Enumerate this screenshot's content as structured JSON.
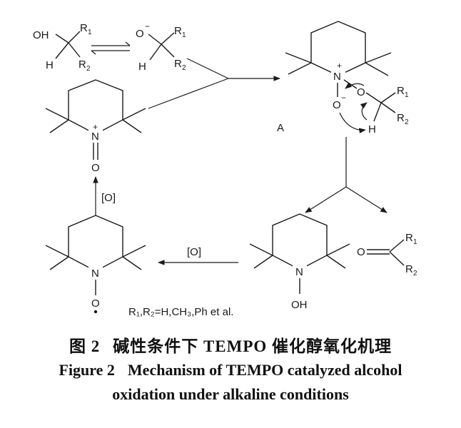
{
  "atoms": {
    "oh": "OH",
    "o_minus": "O",
    "h": "H",
    "r1": "R",
    "r2": "R",
    "n": "N",
    "o": "O",
    "oh_hydroxylamine": "OH"
  },
  "subscripts": {
    "one": "1",
    "two": "2"
  },
  "charges": {
    "plus": "+",
    "minus": "−"
  },
  "labels": {
    "intermediate": "A",
    "oxidant_left": "[O]",
    "oxidant_bottom": "[O]",
    "substituents": "R₁,R₂=H,CH₃,Ph et al."
  },
  "caption": {
    "cn_figure": "图 2",
    "cn_title": "碱性条件下 TEMPO 催化醇氧化机理",
    "en_figure": "Figure 2",
    "en_title_line1": "Mechanism of TEMPO catalyzed alcohol",
    "en_title_line2": "oxidation under alkaline conditions"
  }
}
